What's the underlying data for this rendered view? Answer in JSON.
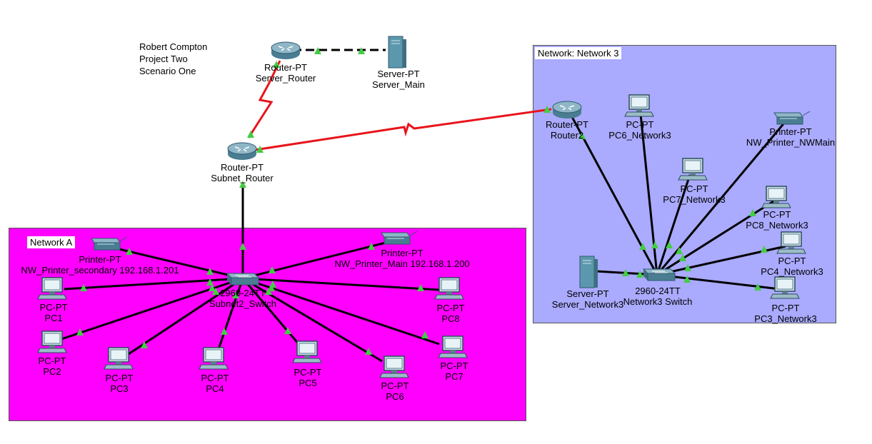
{
  "note": {
    "lines": [
      "Robert Compton",
      "Project Two",
      "Scenario One"
    ]
  },
  "clusters": {
    "network_a": "Network A",
    "network_3": "Network: Network 3"
  },
  "devices": {
    "server_router": {
      "type": "Router-PT",
      "name": "Server_Router"
    },
    "server_main": {
      "type": "Server-PT",
      "name": "Server_Main"
    },
    "subnet_router": {
      "type": "Router-PT",
      "name": "Subnet_Router"
    },
    "router2": {
      "type": "Router-PT",
      "name": "Router2"
    },
    "printer_secondary": {
      "type": "Printer-PT",
      "name": "NW_Printer_secondary 192.168.1.201"
    },
    "printer_main": {
      "type": "Printer-PT",
      "name": "NW_Printer_Main 192.168.1.200"
    },
    "subnet2_switch": {
      "type": "2960-24TT",
      "name": "Subnet2_Switch"
    },
    "pc1": {
      "type": "PC-PT",
      "name": "PC1"
    },
    "pc2": {
      "type": "PC-PT",
      "name": "PC2"
    },
    "pc3": {
      "type": "PC-PT",
      "name": "PC3"
    },
    "pc4": {
      "type": "PC-PT",
      "name": "PC4"
    },
    "pc5": {
      "type": "PC-PT",
      "name": "PC5"
    },
    "pc6": {
      "type": "PC-PT",
      "name": "PC6"
    },
    "pc7": {
      "type": "PC-PT",
      "name": "PC7"
    },
    "pc8": {
      "type": "PC-PT",
      "name": "PC8"
    },
    "pc6_network3": {
      "type": "PC-PT",
      "name": "PC6_Network3"
    },
    "pc7_network3": {
      "type": "PC-PT",
      "name": "PC7_Network3"
    },
    "pc8_network3": {
      "type": "PC-PT",
      "name": "PC8_Network3"
    },
    "pc4_network3": {
      "type": "PC-PT",
      "name": "PC4_Network3"
    },
    "pc3_network3": {
      "type": "PC-PT",
      "name": "PC3_Network3"
    },
    "printer_nwmain": {
      "type": "Printer-PT",
      "name": "NW_Printer_NWMain"
    },
    "server_network3": {
      "type": "Server-PT",
      "name": "Server_Network3"
    },
    "network3_switch": {
      "type": "2960-24TT",
      "name": "Network3 Switch"
    }
  },
  "colors": {
    "network_a_fill": "#ff00ff",
    "network_3_fill": "#aaaaff",
    "serial_link": "#e8141b",
    "ethernet_link": "#000000",
    "link_up_marker": "#44cc44"
  },
  "icons": {
    "router": "router-icon",
    "switch": "switch-icon",
    "pc": "pc-icon",
    "printer": "printer-icon",
    "server": "server-icon"
  }
}
